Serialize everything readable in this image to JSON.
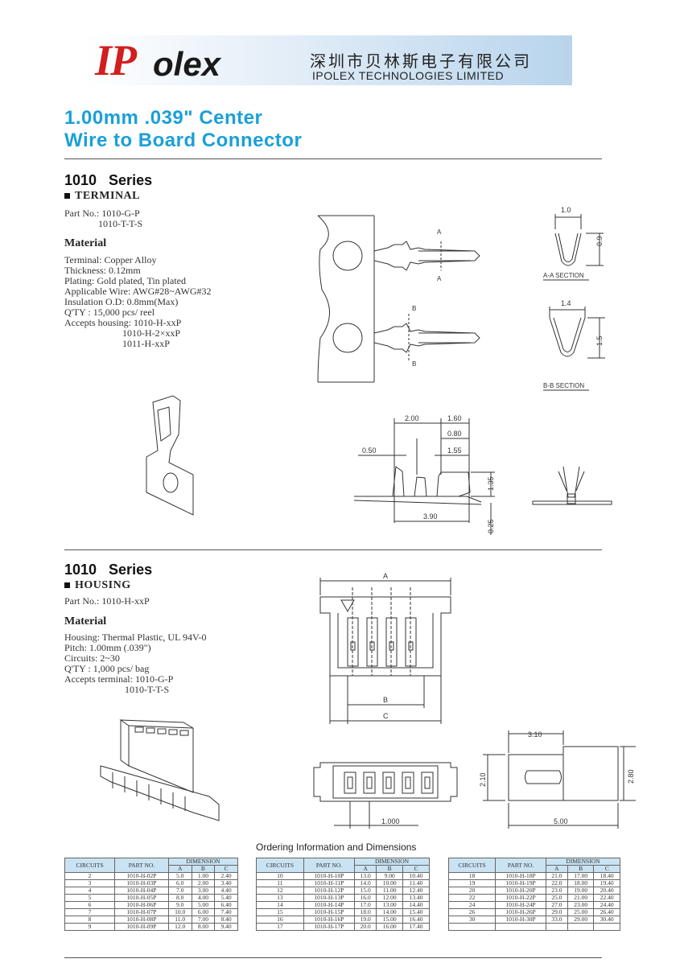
{
  "header": {
    "logo_ip": "IP",
    "logo_olex": "olex",
    "company_cn": "深圳市贝林斯电子有限公司",
    "company_en": "IPOLEX TECHNOLOGIES LIMITED"
  },
  "title": {
    "line1": "1.00mm .039\" Center",
    "line2": "Wire to Board Connector"
  },
  "terminal": {
    "series": "1010 Series",
    "heading": "TERMINAL",
    "part_no": "Part No.: 1010-G-P\n              1010-T-T-S",
    "material_heading": "Material",
    "material_lines": "Terminal: Copper Alloy\nThickness: 0.12mm\nPlating: Gold plated, Tin plated\nApplicable Wire: AWG#28~AWG#32\nInsulation O.D: 0.8mm(Max)\nQ'TY : 15,000 pcs/ reel\nAccepts housing: 1010-H-xxP\n                        1010-H-2×xxP\n                        1011-H-xxP",
    "drawing": {
      "label_a": "A",
      "label_b": "B",
      "dim_1_0": "1.0",
      "dim_0_9": "0.9",
      "section_aa": "A-A SECTION",
      "dim_1_4": "1.4",
      "dim_1_5": "1.5",
      "section_bb": "B-B SECTION",
      "dim_2_00": "2.00",
      "dim_1_60": "1.60",
      "dim_0_80": "0.80",
      "dim_0_50": "0.50",
      "dim_1_55": "1.55",
      "dim_1_35": "1.35",
      "dim_3_90": "3.90",
      "dim_0_25": "0.25"
    }
  },
  "housing": {
    "series": "1010 Series",
    "heading": "HOUSING",
    "part_no": "Part No.: 1010-H-xxP",
    "material_heading": "Material",
    "material_lines": "Housing: Thermal Plastic, UL 94V-0\nPitch: 1.00mm (.039\")\nCircuits: 2~30\nQ'TY : 1,000 pcs/ bag\nAccepts terminal: 1010-G-P\n                         1010-T-T-S",
    "drawing": {
      "label_a": "A",
      "label_b": "B",
      "label_c": "C",
      "dim_3_10": "3.10",
      "dim_2_10": "2.10",
      "dim_2_80": "2.80",
      "dim_1_000": "1.000",
      "dim_5_00": "5.00"
    }
  },
  "ordering": {
    "title": "Ordering Information and Dimensions",
    "col_circuits": "CIRCUITS",
    "col_part": "PART NO.",
    "col_dimension": "DIMENSION",
    "col_a": "A",
    "col_b": "B",
    "col_c": "C",
    "tables": [
      [
        [
          "2",
          "1010-H-02P",
          "5.0",
          "1.00",
          "2.40"
        ],
        [
          "3",
          "1010-H-03P",
          "6.0",
          "2.00",
          "3.40"
        ],
        [
          "4",
          "1010-H-04P",
          "7.0",
          "3.00",
          "4.40"
        ],
        [
          "5",
          "1010-H-05P",
          "8.0",
          "4.00",
          "5.40"
        ],
        [
          "6",
          "1010-H-06P",
          "9.0",
          "5.00",
          "6.40"
        ],
        [
          "7",
          "1010-H-07P",
          "10.0",
          "6.00",
          "7.40"
        ],
        [
          "8",
          "1010-H-08P",
          "11.0",
          "7.00",
          "8.40"
        ],
        [
          "9",
          "1010-H-09P",
          "12.0",
          "8.00",
          "9.40"
        ]
      ],
      [
        [
          "10",
          "1010-H-10P",
          "13.0",
          "9.00",
          "10.40"
        ],
        [
          "11",
          "1010-H-11P",
          "14.0",
          "10.00",
          "11.40"
        ],
        [
          "12",
          "1010-H-12P",
          "15.0",
          "11.00",
          "12.40"
        ],
        [
          "13",
          "1010-H-13P",
          "16.0",
          "12.00",
          "13.40"
        ],
        [
          "14",
          "1010-H-14P",
          "17.0",
          "13.00",
          "14.40"
        ],
        [
          "15",
          "1010-H-15P",
          "18.0",
          "14.00",
          "15.40"
        ],
        [
          "16",
          "1010-H-16P",
          "19.0",
          "15.00",
          "16.40"
        ],
        [
          "17",
          "1010-H-17P",
          "20.0",
          "16.00",
          "17.40"
        ]
      ],
      [
        [
          "18",
          "1010-H-18P",
          "21.0",
          "17.00",
          "18.40"
        ],
        [
          "19",
          "1010-H-19P",
          "22.0",
          "18.00",
          "19.40"
        ],
        [
          "20",
          "1010-H-20P",
          "23.0",
          "19.00",
          "20.40"
        ],
        [
          "22",
          "1010-H-22P",
          "25.0",
          "21.00",
          "22.40"
        ],
        [
          "24",
          "1010-H-24P",
          "27.0",
          "23.00",
          "24.40"
        ],
        [
          "26",
          "1010-H-26P",
          "29.0",
          "25.00",
          "26.40"
        ],
        [
          "30",
          "1010-H-30P",
          "33.0",
          "29.00",
          "30.40"
        ],
        [
          "",
          "",
          "",
          "",
          ""
        ]
      ]
    ]
  }
}
